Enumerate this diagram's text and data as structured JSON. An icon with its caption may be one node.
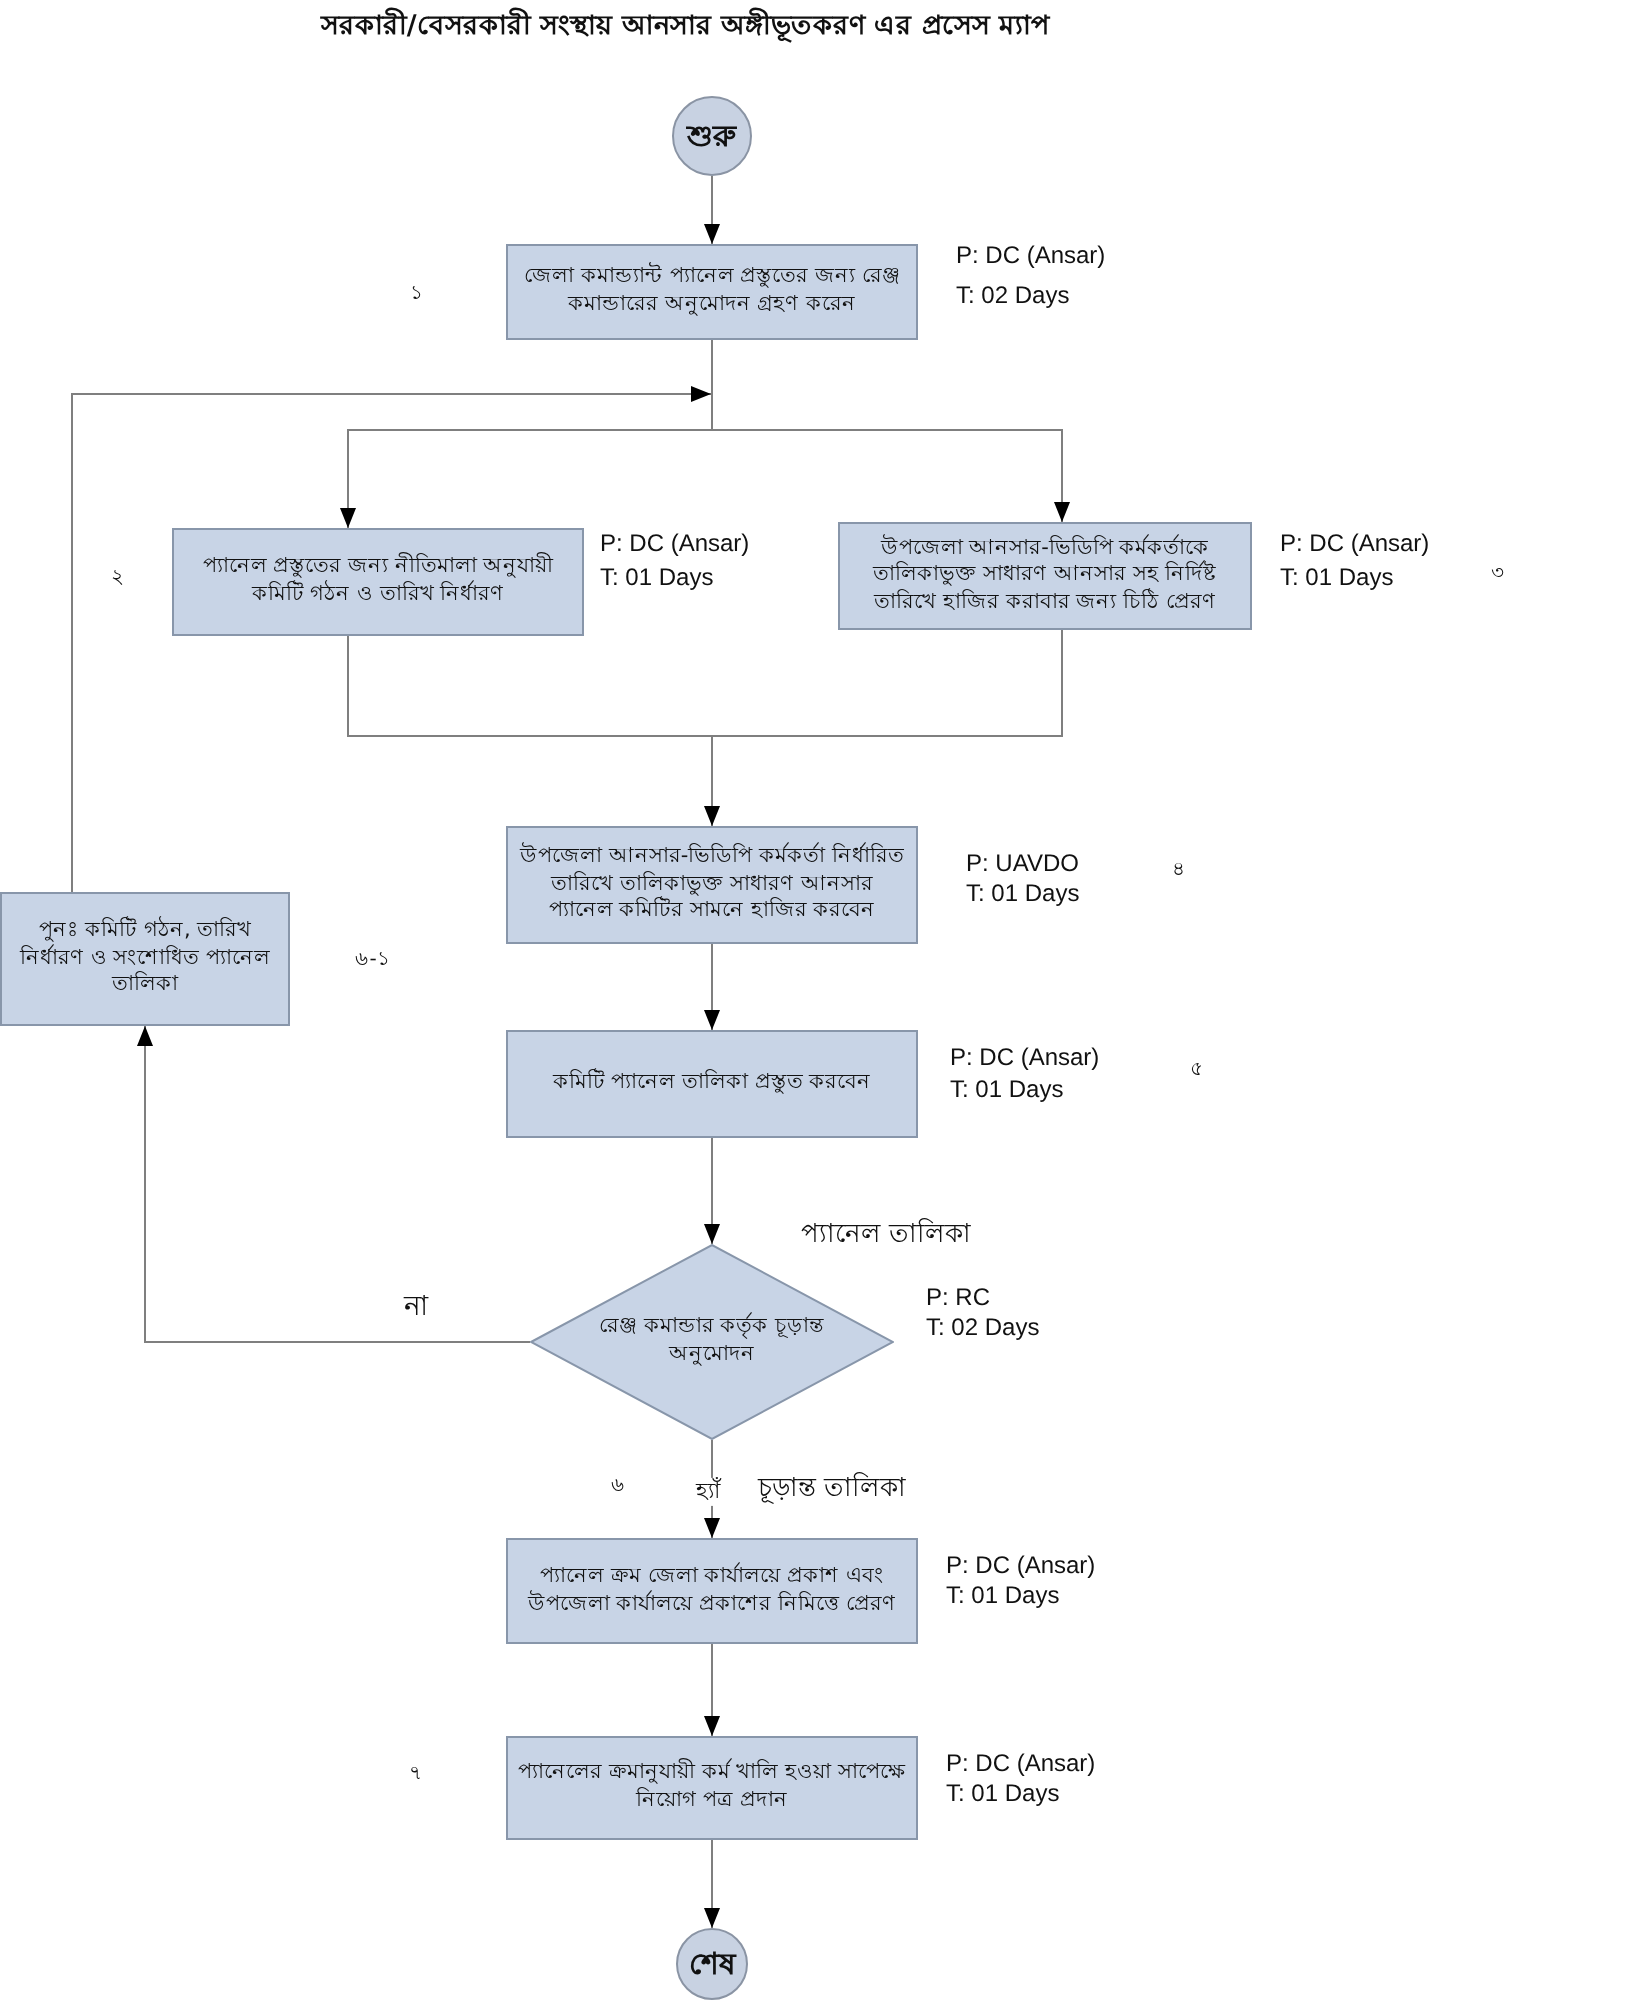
{
  "diagram": {
    "title": "সরকারী/বেসরকারী সংস্থায় আনসার অঙ্গীভূতকরণ এর প্রসেস ম্যাপ",
    "nodes": [
      {
        "text": [
          "শুরু"
        ]
      },
      {
        "text": [
          "জেলা কমান্ড্যান্ট প্যানেল প্রস্তুতের জন্য রেঞ্জ কমান্ডারের অনুমোদন গ্রহণ করেন"
        ],
        "beside": [
          "P: DC (Ansar)",
          "T: 02 Days"
        ]
      },
      {
        "text": [
          "প্যানেল প্রস্তুতের জন্য নীতিমালা অনুযায়ী কমিটি গঠন ও তারিখ নির্ধারণ"
        ],
        "beside": [
          "P: DC (Ansar)",
          "T: 01 Days"
        ]
      },
      {
        "text": [
          "উপজেলা আনসার-ভিডিপি কর্মকর্তাকে তালিকাভুক্ত সাধারণ আনসার সহ নির্দিষ্ট তারিখে হাজির করাবার জন্য চিঠি প্রেরণ"
        ],
        "beside": [
          "P: DC (Ansar)",
          "T: 01 Days"
        ]
      },
      {
        "text": [
          "উপজেলা আনসার-ভিডিপি কর্মকর্তা নির্ধারিত তারিখে তালিকাভুক্ত সাধারণ আনসার প্যানেল কমিটির সামনে হাজির করবেন"
        ],
        "beside": [
          "P: UAVDO",
          "T: 01 Days"
        ]
      },
      {
        "text": [
          "পুনঃ কমিটি গঠন, তারিখ নির্ধারণ ও সংশোধিত প্যানেল তালিকা"
        ]
      },
      {
        "text": [
          "কমিটি প্যানেল তালিকা প্রস্তুত করবেন"
        ],
        "beside": [
          "P: DC (Ansar)",
          "T: 01 Days"
        ]
      },
      {
        "text": [
          "রেঞ্জ কমান্ডার কর্তৃক চূড়ান্ত অনুমোদন"
        ],
        "beside": [
          "P: RC",
          "T: 02 Days"
        ]
      },
      {
        "text": [
          "প্যানেল ক্রম জেলা কার্যালয়ে প্রকাশ এবং উপজেলা কার্যালয়ে প্রকাশের নিমিত্তে প্রেরণ"
        ],
        "beside": [
          "P: DC (Ansar)",
          "T: 01 Days"
        ]
      },
      {
        "text": [
          "প্যানেলের ক্রমানুযায়ী কর্ম খালি হওয়া সাপেক্ষে নিয়োগ পত্র প্রদান"
        ],
        "beside": [
          "P: DC (Ansar)",
          "T: 01 Days"
        ]
      },
      {
        "text": [
          "শেষ"
        ]
      }
    ],
    "edges": [
      {
        "from": 0,
        "to": 1,
        "arrow": "to"
      },
      {
        "from": 1,
        "to": 2,
        "arrow": "to"
      },
      {
        "from": 1,
        "to": 3,
        "arrow": "to"
      },
      {
        "from": 5,
        "to": 2,
        "arrow": "to"
      },
      {
        "from": 5,
        "to": 3,
        "arrow": "to"
      },
      {
        "from": 2,
        "to": 4,
        "arrow": "to"
      },
      {
        "from": 3,
        "to": 4,
        "arrow": "to"
      },
      {
        "from": 4,
        "to": 6,
        "arrow": "to"
      },
      {
        "from": 6,
        "to": 7,
        "arrow": "to"
      },
      {
        "from": 7,
        "to": 5,
        "arrow": "to",
        "label": "না"
      },
      {
        "from": 7,
        "to": 8,
        "arrow": "to",
        "label": "হ্যাঁ"
      },
      {
        "from": 8,
        "to": 9,
        "arrow": "to"
      },
      {
        "from": 9,
        "to": 10,
        "arrow": "to"
      }
    ],
    "labels": [
      "১",
      "২",
      "৩",
      "৪",
      "৬-১",
      "৫",
      "প্যানেল তালিকা",
      "৬",
      "চূড়ান্ত তালিকা",
      "৭"
    ]
  }
}
